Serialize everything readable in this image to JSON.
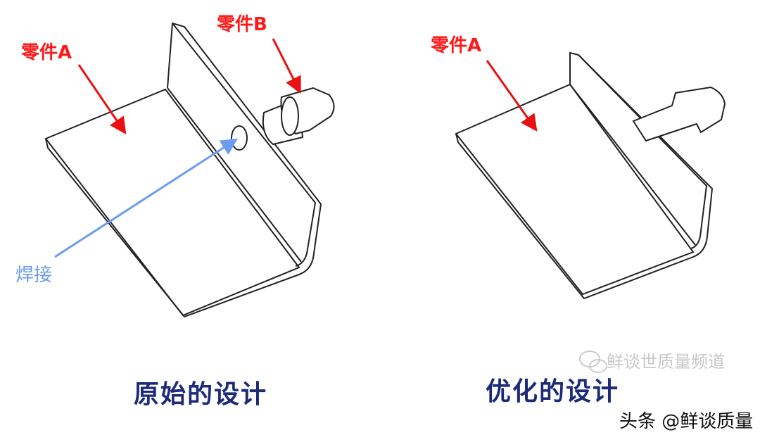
{
  "left": {
    "label_a": "零件A",
    "label_b": "零件B",
    "label_weld": "焊接",
    "title": "原始的设计"
  },
  "right": {
    "label_a": "零件A",
    "title": "优化的设计"
  },
  "watermark": {
    "channel": "鲜谈世质量频道",
    "credit": "头条 @鲜谈质量"
  },
  "colors": {
    "red": "#ff1a1a",
    "blue": "#6a9cf0",
    "title": "#1c2a78"
  }
}
